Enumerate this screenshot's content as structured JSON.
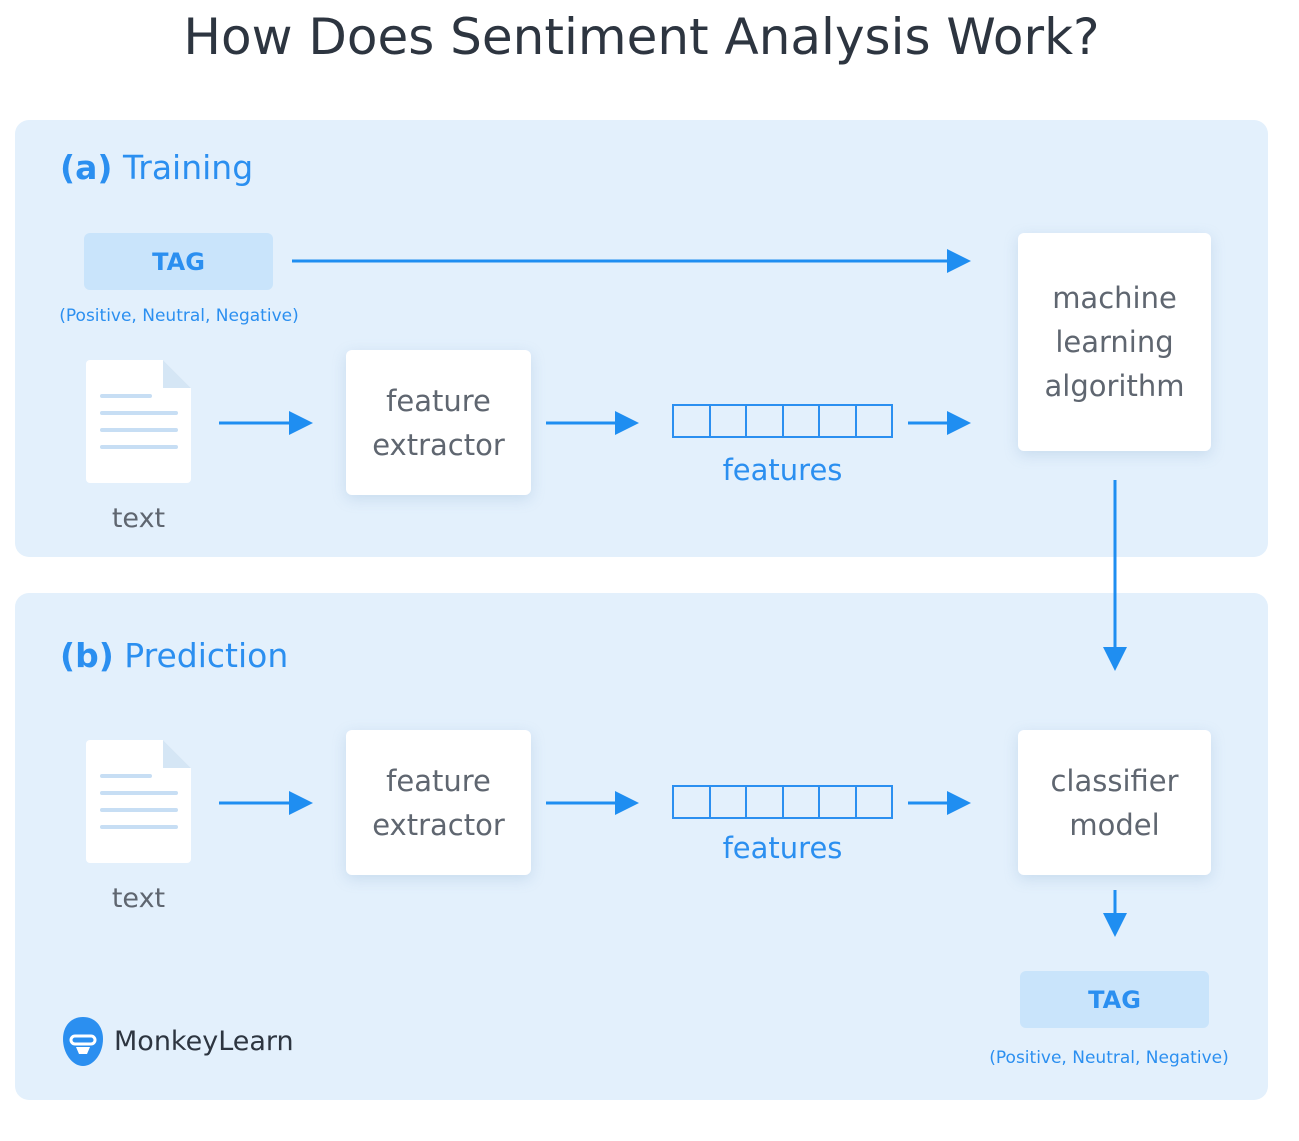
{
  "title": "How Does Sentiment Analysis Work?",
  "training": {
    "prefix": "(a)",
    "label": "Training",
    "tag": "TAG",
    "tag_note": "(Positive, Neutral, Negative)",
    "text_label": "text",
    "extractor_line1": "feature",
    "extractor_line2": "extractor",
    "features_label": "features",
    "algorithm_lines": [
      "machine",
      "learning",
      "algorithm"
    ]
  },
  "prediction": {
    "prefix": "(b)",
    "label": "Prediction",
    "text_label": "text",
    "extractor_line1": "feature",
    "extractor_line2": "extractor",
    "features_label": "features",
    "classifier_line1": "classifier",
    "classifier_line2": "model",
    "tag": "TAG",
    "tag_note": "(Positive, Neutral, Negative)"
  },
  "brand": "MonkeyLearn",
  "colors": {
    "accent": "#2b8ff0",
    "panel": "#e3f0fc",
    "tag_bg": "#c9e4fb"
  }
}
